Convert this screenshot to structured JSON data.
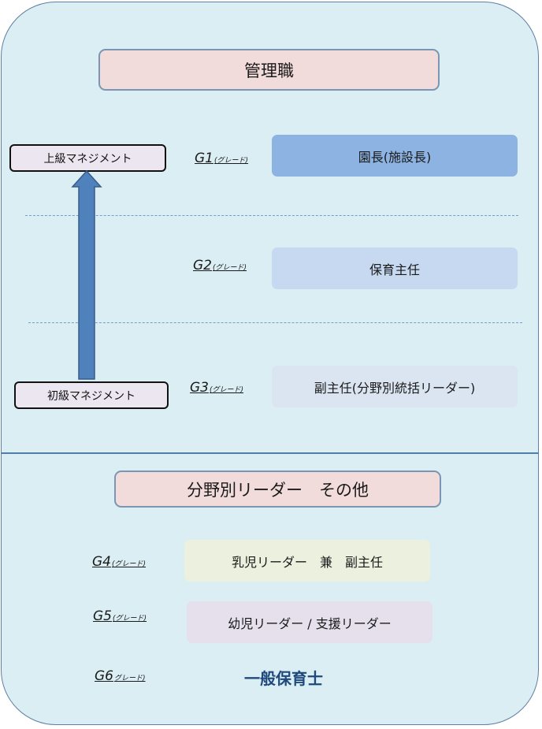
{
  "sections": {
    "management": {
      "title": "管理職"
    },
    "field_leaders": {
      "title": "分野別リーダー　その他"
    }
  },
  "management_levels": {
    "senior": "上級マネジメント",
    "junior": "初級マネジメント"
  },
  "grades": [
    {
      "grade": "G1",
      "suffix": "(グレード)",
      "role": "園長(施設長)"
    },
    {
      "grade": "G2",
      "suffix": "(グレード)",
      "role": "保育主任"
    },
    {
      "grade": "G3",
      "suffix": "(グレード)",
      "role": "副主任(分野別統括リーダー)"
    },
    {
      "grade": "G4",
      "suffix": "(グレード)",
      "role": "乳児リーダー　兼　副主任"
    },
    {
      "grade": "G5",
      "suffix": "(グレード)",
      "role": "幼児リーダー / 支援リーダー"
    },
    {
      "grade": "G6",
      "suffix": "グレード)",
      "role": "一般保育士"
    }
  ],
  "colors": {
    "panel": "#daeef3",
    "title_box": "#f2dcdb",
    "g1": "#8db3e2",
    "g2": "#c6d9f1",
    "g3": "#dbe5f1",
    "g4": "#ebf1de",
    "g5": "#e5e0ec",
    "g6_text": "#1f497d",
    "arrow": "#4f81bd"
  }
}
